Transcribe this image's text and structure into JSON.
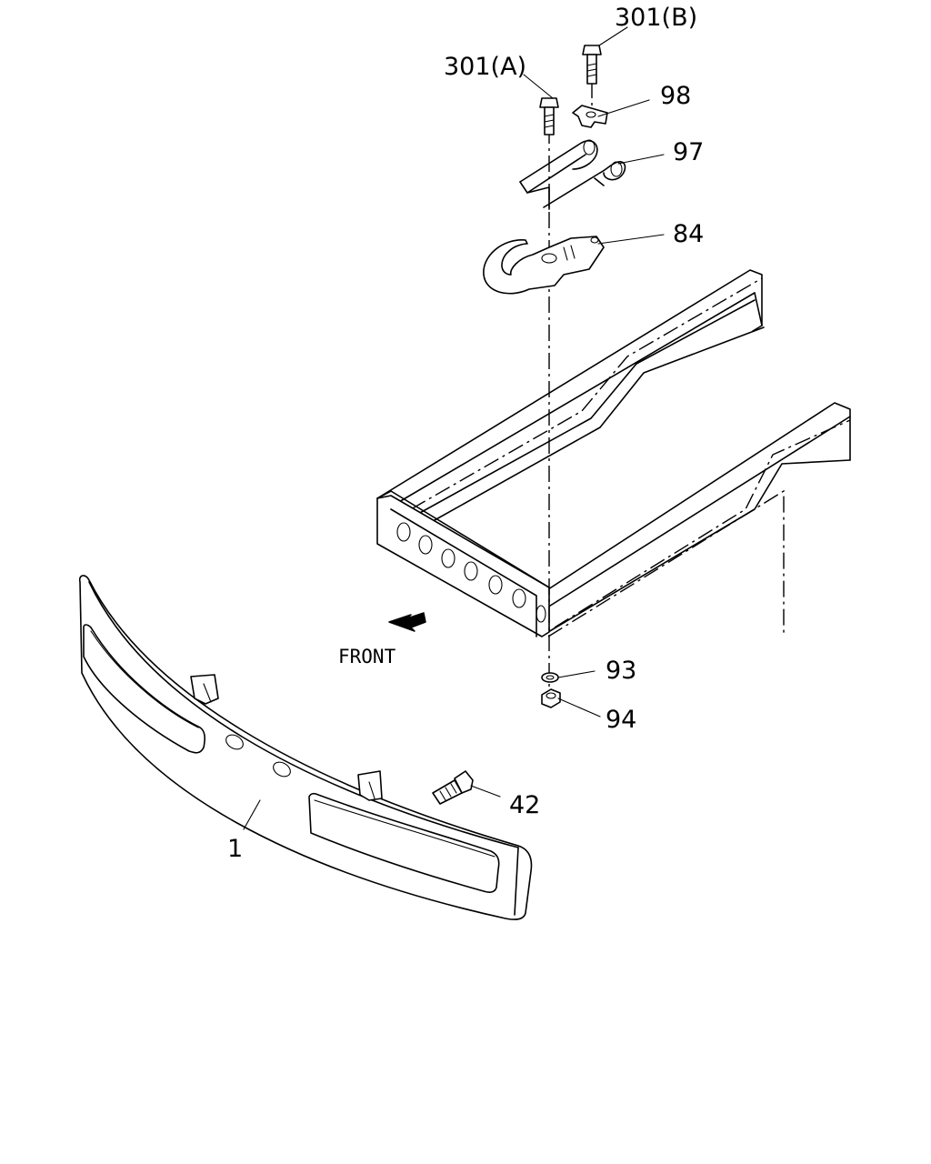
{
  "callouts": {
    "p301b": "301(B)",
    "p301a": "301(A)",
    "p98": "98",
    "p97": "97",
    "p84": "84",
    "p93": "93",
    "p94": "94",
    "p42": "42",
    "p1": "1"
  },
  "front_label": "FRONT",
  "icons": {
    "direction": "front-arrow-icon"
  }
}
